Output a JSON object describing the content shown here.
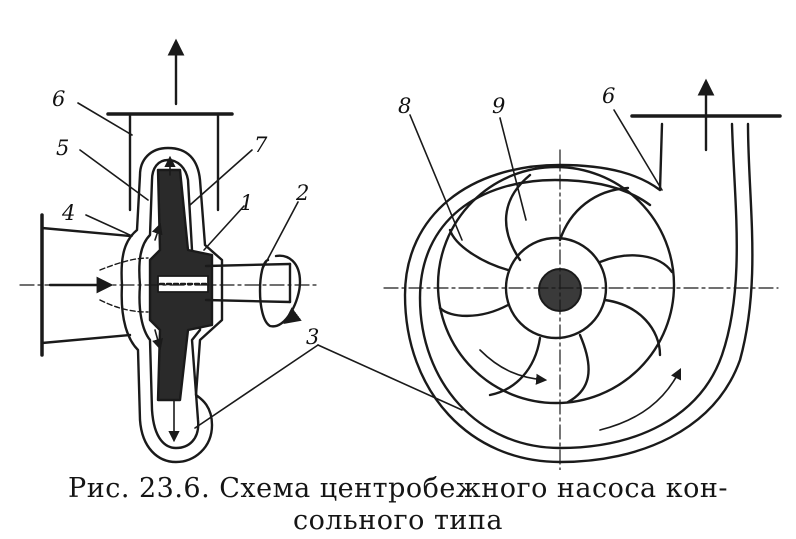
{
  "figure": {
    "labels": {
      "l1": "1",
      "l2": "2",
      "l3": "3",
      "l4": "4",
      "l5": "5",
      "l6_left": "6",
      "l6_right": "6",
      "l7": "7",
      "l8": "8",
      "l9": "9"
    }
  },
  "caption": {
    "line1": "Рис. 23.6. Схема центробежного насоса кон-",
    "line2": "сольного типа"
  },
  "colors": {
    "ink": "#1a1a1a",
    "paper": "#ffffff"
  }
}
